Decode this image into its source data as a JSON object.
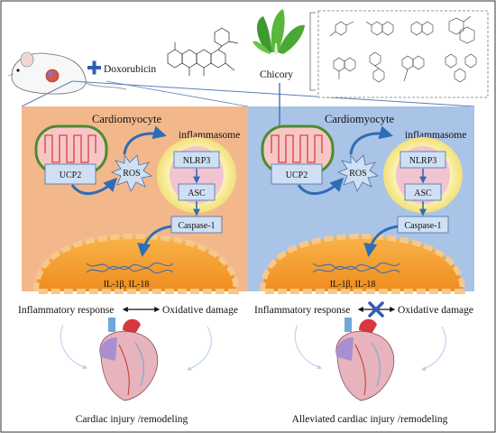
{
  "header": {
    "drug": "Doxorubicin",
    "plant": "Chicory"
  },
  "panels": {
    "left": {
      "title": "Cardiomyocyte",
      "inflammasome": "inflammasome",
      "ucp2": "UCP2",
      "ros": "ROS",
      "nlrp3": "NLRP3",
      "asc": "ASC",
      "caspase": "Caspase-1",
      "cytokines": "IL-1β, IL-18"
    },
    "right": {
      "title": "Cardiomyocyte",
      "inflammasome": "inflammasome",
      "ucp2": "UCP2",
      "ros": "ROS",
      "nlrp3": "NLRP3",
      "asc": "ASC",
      "caspase": "Caspase-1",
      "cytokines": "IL-1β, IL-18"
    }
  },
  "bottom": {
    "left": {
      "inflammatory": "Inflammatory response",
      "oxidative": "Oxidative damage",
      "outcome": "Cardiac injury /remodeling"
    },
    "right": {
      "inflammatory": "Inflammatory response",
      "oxidative": "Oxidative damage",
      "outcome": "Alleviated cardiac injury /remodeling"
    }
  },
  "colors": {
    "left_panel": "#f2b88c",
    "right_panel": "#a9c4e6",
    "nucleus": "#f5a23c",
    "arrow": "#2f6db5",
    "block_mark": "#3b5bb8"
  }
}
